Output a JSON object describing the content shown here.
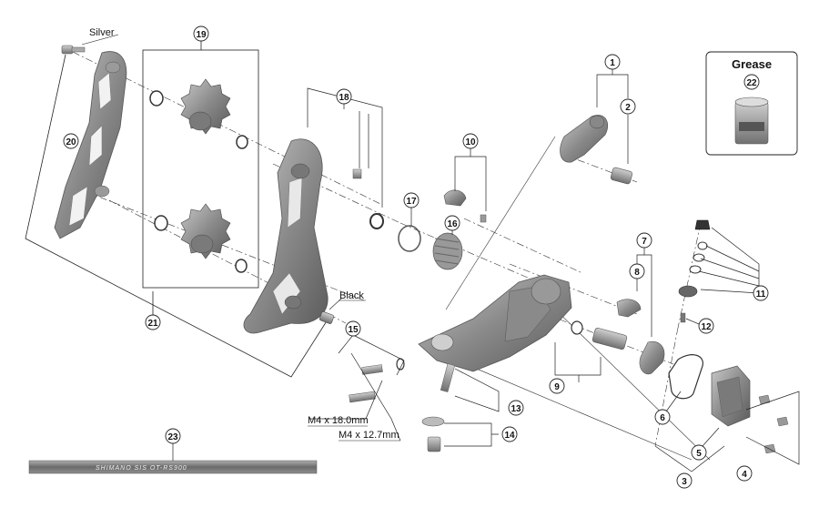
{
  "labels": {
    "silver": "Silver",
    "black": "Black",
    "m4_18": "M4 x 18.0mm",
    "m4_127": "M4 x 12.7mm",
    "grease": "Grease",
    "cable_text": "SHIMANO SIS  OT-RS900"
  },
  "callouts": [
    {
      "id": "c1",
      "text": "1"
    },
    {
      "id": "c2",
      "text": "2"
    },
    {
      "id": "c3",
      "text": "3"
    },
    {
      "id": "c4",
      "text": "4"
    },
    {
      "id": "c5",
      "text": "5"
    },
    {
      "id": "c6",
      "text": "6"
    },
    {
      "id": "c7",
      "text": "7"
    },
    {
      "id": "c8",
      "text": "8"
    },
    {
      "id": "c9",
      "text": "9"
    },
    {
      "id": "c10",
      "text": "10"
    },
    {
      "id": "c11",
      "text": "11"
    },
    {
      "id": "c12",
      "text": "12"
    },
    {
      "id": "c13",
      "text": "13"
    },
    {
      "id": "c14",
      "text": "14"
    },
    {
      "id": "c15",
      "text": "15"
    },
    {
      "id": "c16",
      "text": "16"
    },
    {
      "id": "c17",
      "text": "17"
    },
    {
      "id": "c18",
      "text": "18"
    },
    {
      "id": "c19",
      "text": "19"
    },
    {
      "id": "c20",
      "text": "20"
    },
    {
      "id": "c21",
      "text": "21"
    },
    {
      "id": "c22",
      "text": "22"
    },
    {
      "id": "c23",
      "text": "23"
    }
  ]
}
